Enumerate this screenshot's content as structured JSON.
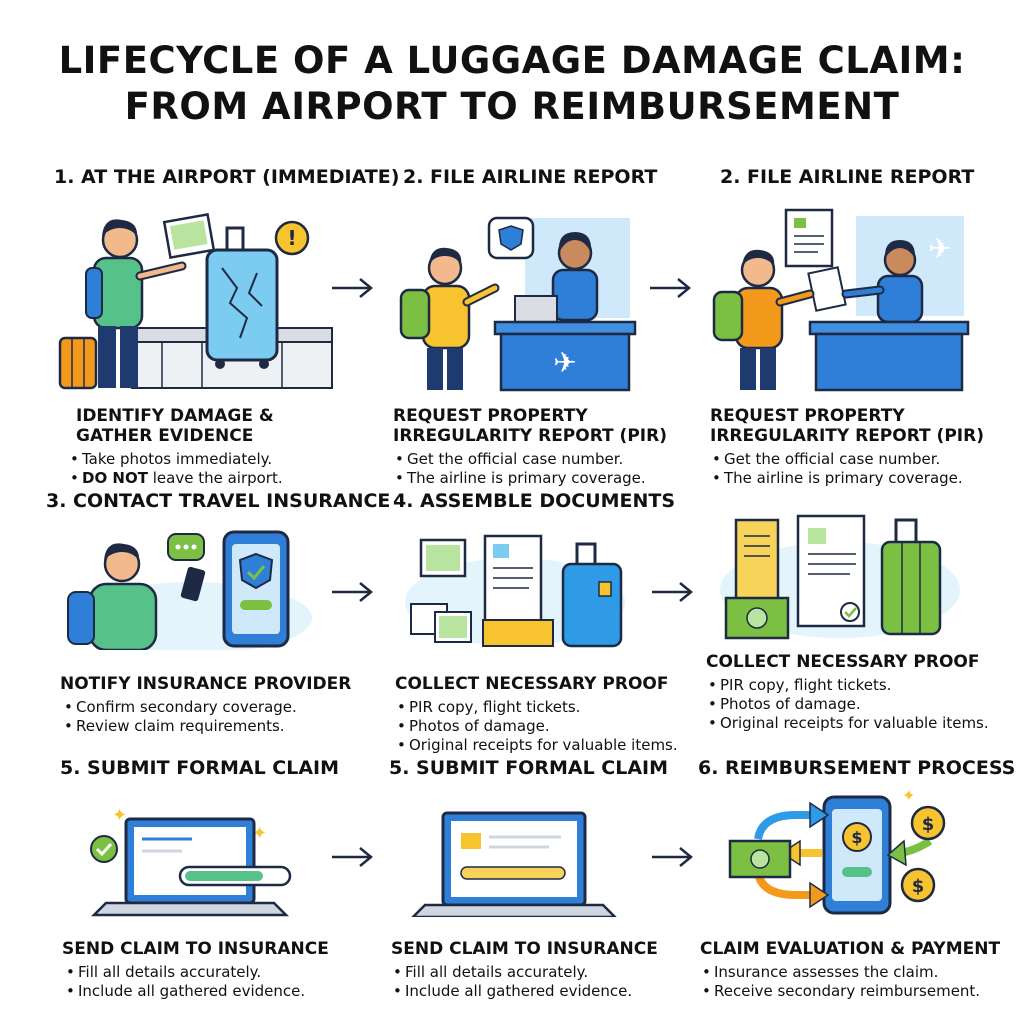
{
  "title": {
    "line1": "LIFECYCLE OF A LUGGAGE DAMAGE CLAIM:",
    "line2": "FROM AIRPORT TO REIMBURSEMENT"
  },
  "steps": [
    {
      "heading": "1. AT THE AIRPORT (IMMEDIATE)",
      "subheading_lines": [
        "IDENTIFY DAMAGE &",
        "GATHER EVIDENCE"
      ],
      "bullets": [
        {
          "pre": "Take photos immediately.",
          "strong": "",
          "post": ""
        },
        {
          "pre": "",
          "strong": "DO NOT",
          "post": " leave the airport."
        }
      ],
      "icons": [
        "traveler-pointing-icon",
        "photos-icon",
        "alert-bubble-icon",
        "cracked-suitcase-icon",
        "orange-suitcase-icon",
        "baggage-carousel-icon"
      ]
    },
    {
      "heading": "2. FILE AIRLINE REPORT",
      "subheading_lines": [
        "REQUEST PROPERTY",
        "IRREGULARITY REPORT (PIR)"
      ],
      "bullets": [
        {
          "pre": "Get the official case number.",
          "strong": "",
          "post": ""
        },
        {
          "pre": "The airline is primary coverage.",
          "strong": "",
          "post": ""
        }
      ],
      "icons": [
        "traveler-backpack-icon",
        "shield-bubble-icon",
        "airline-agent-icon",
        "laptop-icon",
        "airline-desk-icon"
      ]
    },
    {
      "heading": "2. FILE AIRLINE REPORT",
      "subheading_lines": [
        "REQUEST PROPERTY",
        "IRREGULARITY REPORT (PIR)"
      ],
      "bullets": [
        {
          "pre": "Get the official case number.",
          "strong": "",
          "post": ""
        },
        {
          "pre": "The airline is primary coverage.",
          "strong": "",
          "post": ""
        }
      ],
      "icons": [
        "traveler-backpack-icon",
        "report-document-icon",
        "airline-agent-icon",
        "airline-desk-icon",
        "airplane-window-icon"
      ]
    },
    {
      "heading": "3. CONTACT TRAVEL INSURANCE",
      "subheading_lines": [
        "NOTIFY INSURANCE PROVIDER"
      ],
      "bullets": [
        {
          "pre": "Confirm secondary coverage.",
          "strong": "",
          "post": ""
        },
        {
          "pre": "Review claim requirements.",
          "strong": "",
          "post": ""
        }
      ],
      "icons": [
        "traveler-phone-icon",
        "chat-bubble-icon",
        "smartphone-shield-icon"
      ]
    },
    {
      "heading": "4. ASSEMBLE DOCUMENTS",
      "subheading_lines": [
        "COLLECT NECESSARY PROOF"
      ],
      "bullets": [
        {
          "pre": "PIR copy, flight tickets.",
          "strong": "",
          "post": ""
        },
        {
          "pre": "Photos of damage.",
          "strong": "",
          "post": ""
        },
        {
          "pre": "Original receipts for valuable items.",
          "strong": "",
          "post": ""
        }
      ],
      "icons": [
        "photos-icon",
        "document-icon",
        "blue-suitcase-icon"
      ]
    },
    {
      "heading": "",
      "subheading_lines": [
        "COLLECT NECESSARY PROOF"
      ],
      "bullets": [
        {
          "pre": "PIR copy, flight tickets.",
          "strong": "",
          "post": ""
        },
        {
          "pre": "Photos of damage.",
          "strong": "",
          "post": ""
        },
        {
          "pre": "Original receipts for valuable items.",
          "strong": "",
          "post": ""
        }
      ],
      "icons": [
        "receipt-icon",
        "document-check-icon",
        "cash-icon",
        "green-suitcase-icon"
      ]
    },
    {
      "heading": "5. SUBMIT FORMAL CLAIM",
      "subheading_lines": [
        "SEND CLAIM TO INSURANCE"
      ],
      "bullets": [
        {
          "pre": "Fill all details accurately.",
          "strong": "",
          "post": ""
        },
        {
          "pre": "Include all gathered evidence.",
          "strong": "",
          "post": ""
        }
      ],
      "icons": [
        "laptop-form-icon",
        "check-circle-icon",
        "progress-bar-icon",
        "sparkle-icon"
      ]
    },
    {
      "heading": "5. SUBMIT FORMAL CLAIM",
      "subheading_lines": [
        "SEND CLAIM TO INSURANCE"
      ],
      "bullets": [
        {
          "pre": "Fill all details accurately.",
          "strong": "",
          "post": ""
        },
        {
          "pre": "Include all gathered evidence.",
          "strong": "",
          "post": ""
        }
      ],
      "icons": [
        "laptop-form-icon"
      ]
    },
    {
      "heading": "6. REIMBURSEMENT PROCESS",
      "subheading_lines": [
        "CLAIM EVALUATION & PAYMENT"
      ],
      "bullets": [
        {
          "pre": "Insurance assesses the claim.",
          "strong": "",
          "post": ""
        },
        {
          "pre": "Receive secondary reimbursement.",
          "strong": "",
          "post": ""
        }
      ],
      "icons": [
        "smartphone-dollar-icon",
        "cash-icon",
        "coin-icon",
        "exchange-arrows-icon"
      ]
    }
  ],
  "colors": {
    "blue": "#2f7fd8",
    "light_blue": "#cfe9fb",
    "green": "#7bc043",
    "yellow": "#f7c32e",
    "orange": "#f39a1d",
    "navy": "#1e2a44"
  }
}
